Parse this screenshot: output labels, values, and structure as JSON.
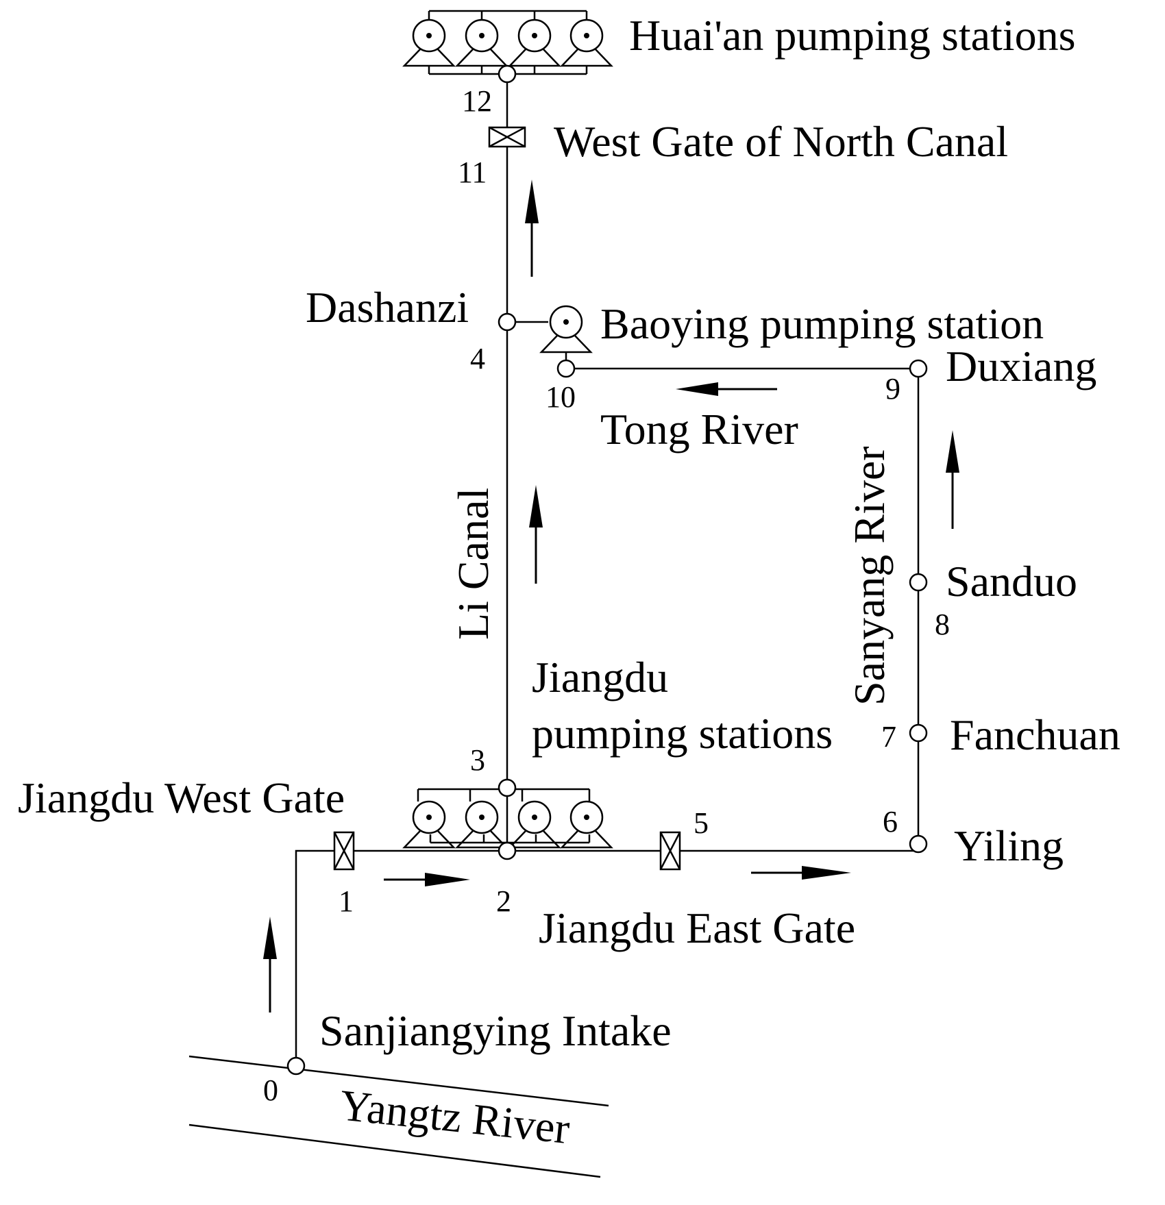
{
  "labels": {
    "huaian": "Huai'an pumping stations",
    "west_gate_north": "West Gate of North Canal",
    "dashanzi": "Dashanzi",
    "baoying": "Baoying pumping station",
    "duxiang": "Duxiang",
    "tong_river": "Tong River",
    "li_canal": "Li Canal",
    "sanyang_river": "Sanyang River",
    "sanduo": "Sanduo",
    "jiangdu_ps_line1": "Jiangdu",
    "jiangdu_ps_line2": "pumping stations",
    "fanchuan": "Fanchuan",
    "jiangdu_west_gate": "Jiangdu West Gate",
    "yiling": "Yiling",
    "jiangdu_east_gate": "Jiangdu East Gate",
    "sanjiangying": "Sanjiangying Intake",
    "yangtz": "Yangtz River"
  },
  "nodes": {
    "n0": "0",
    "n1": "1",
    "n2": "2",
    "n3": "3",
    "n4": "4",
    "n5": "5",
    "n6": "6",
    "n7": "7",
    "n8": "8",
    "n9": "9",
    "n10": "10",
    "n11": "11",
    "n12": "12"
  }
}
